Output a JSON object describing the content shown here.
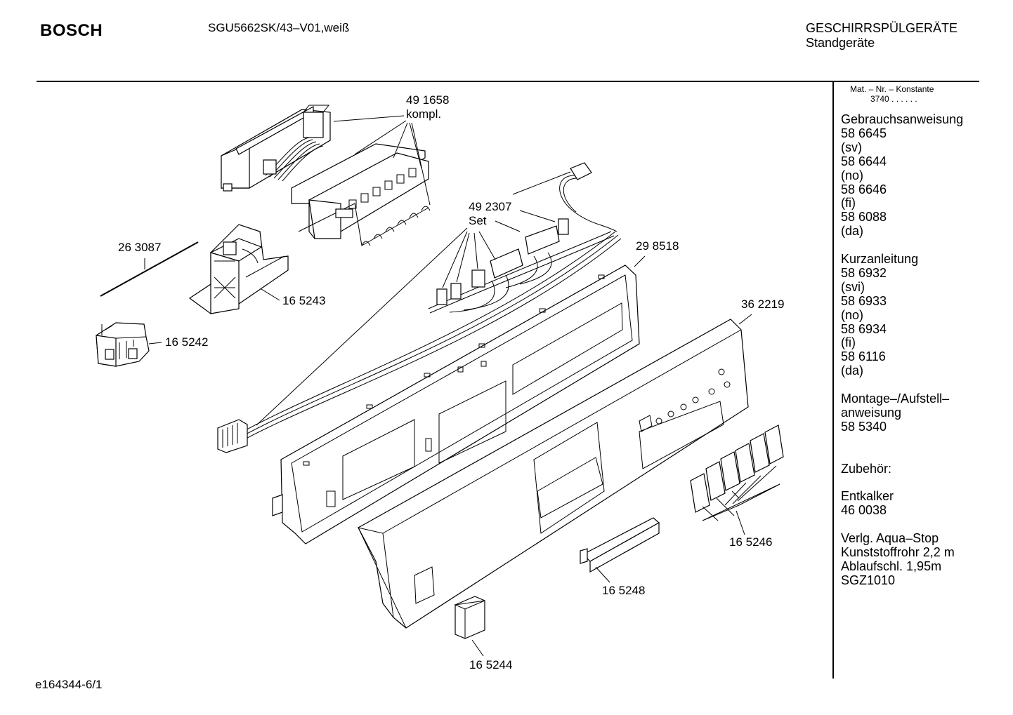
{
  "header": {
    "brand": "BOSCH",
    "model": "SGU5662SK/43–V01,weiß",
    "category_line1": "GESCHIRRSPÜLGERÄTE",
    "category_line2": "Standgeräte"
  },
  "sidebar": {
    "mat_header": "Mat. – Nr. – Konstante",
    "mat_value": "3740 .  .  .  .  .  .",
    "items": [
      "Gebrauchsanweisung",
      "58 6645",
      "(sv)",
      "58 6644",
      "(no)",
      "58 6646",
      "(fi)",
      "58 6088",
      "(da)",
      "",
      "Kurzanleitung",
      "58 6932",
      "(svi)",
      "58 6933",
      "(no)",
      "58 6934",
      "(fi)",
      "58 6116",
      "(da)",
      "",
      "Montage–/Aufstell–",
      "anweisung",
      "58 5340",
      "",
      "",
      "Zubehör:",
      "",
      "Entkalker",
      "46 0038",
      "",
      "Verlg. Aqua–Stop",
      "Kunststoffrohr 2,2 m",
      "Ablaufschl. 1,95m",
      "SGZ1010"
    ]
  },
  "parts": {
    "p491658": "49 1658",
    "p491658_note": "kompl.",
    "p492307": "49 2307",
    "p492307_note": "Set",
    "p263087": "26 3087",
    "p165243": "16 5243",
    "p165242": "16 5242",
    "p298518": "29 8518",
    "p362219": "36 2219",
    "p165246": "16 5246",
    "p165248": "16 5248",
    "p165244": "16 5244"
  },
  "footer": {
    "drawing_id": "e164344-6/1"
  }
}
